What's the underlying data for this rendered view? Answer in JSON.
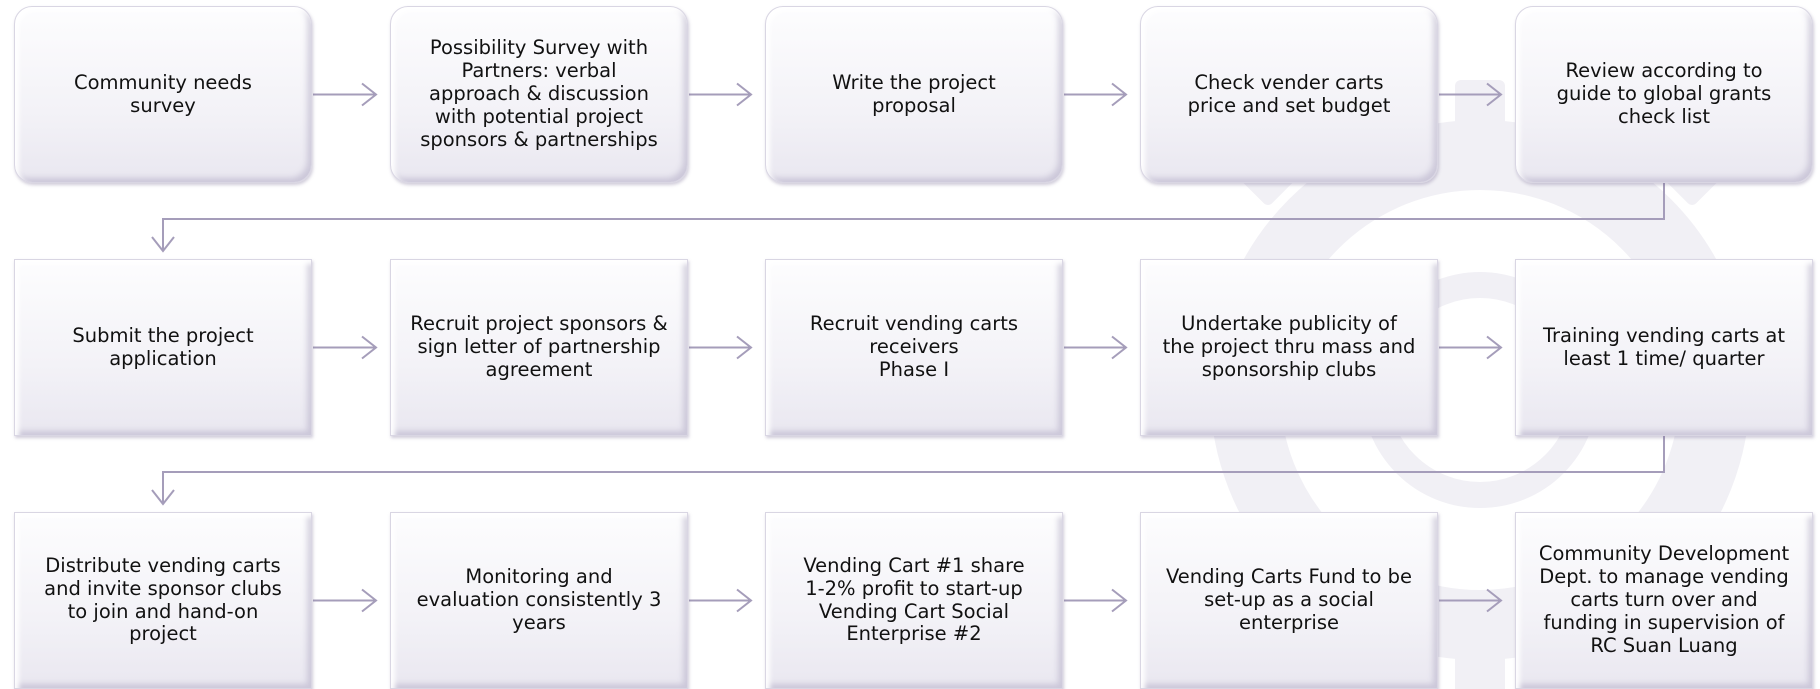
{
  "diagram": {
    "rows": [
      {
        "steps": [
          {
            "id": "s1",
            "text": "Community needs\nsurvey"
          },
          {
            "id": "s2",
            "text": "Possibility Survey with\nPartners: verbal\napproach & discussion\nwith potential project\nsponsors & partnerships"
          },
          {
            "id": "s3",
            "text": "Write the project\nproposal"
          },
          {
            "id": "s4",
            "text": "Check vender carts\nprice and set budget"
          },
          {
            "id": "s5",
            "text": "Review according to\nguide to global grants\ncheck list"
          }
        ]
      },
      {
        "steps": [
          {
            "id": "s6",
            "text": "Submit the project\napplication"
          },
          {
            "id": "s7",
            "text": "Recruit project sponsors &\nsign letter of partnership\nagreement"
          },
          {
            "id": "s8",
            "text": "Recruit vending carts\nreceivers\nPhase I"
          },
          {
            "id": "s9",
            "text": "Undertake publicity of\nthe project thru mass and\nsponsorship clubs"
          },
          {
            "id": "s10",
            "text": "Training vending carts at\nleast 1 time/ quarter"
          }
        ]
      },
      {
        "steps": [
          {
            "id": "s11",
            "text": "Distribute vending carts\nand invite sponsor clubs\nto join and hand-on\nproject"
          },
          {
            "id": "s12",
            "text": "Monitoring and\nevaluation consistently 3\nyears"
          },
          {
            "id": "s13",
            "text": "Vending Cart #1 share\n1-2% profit to start-up\nVending Cart Social\nEnterprise #2"
          },
          {
            "id": "s14",
            "text": "Vending Carts Fund to be\nset-up as a social\nenterprise"
          },
          {
            "id": "s15",
            "text": "Community Development\nDept. to manage vending\ncarts turn over and\nfunding in supervision of\nRC Suan Luang"
          }
        ]
      }
    ],
    "colors": {
      "connector": "#a59dba",
      "box_border": "#d9d6e3",
      "watermark": "#f1f0f5"
    }
  }
}
